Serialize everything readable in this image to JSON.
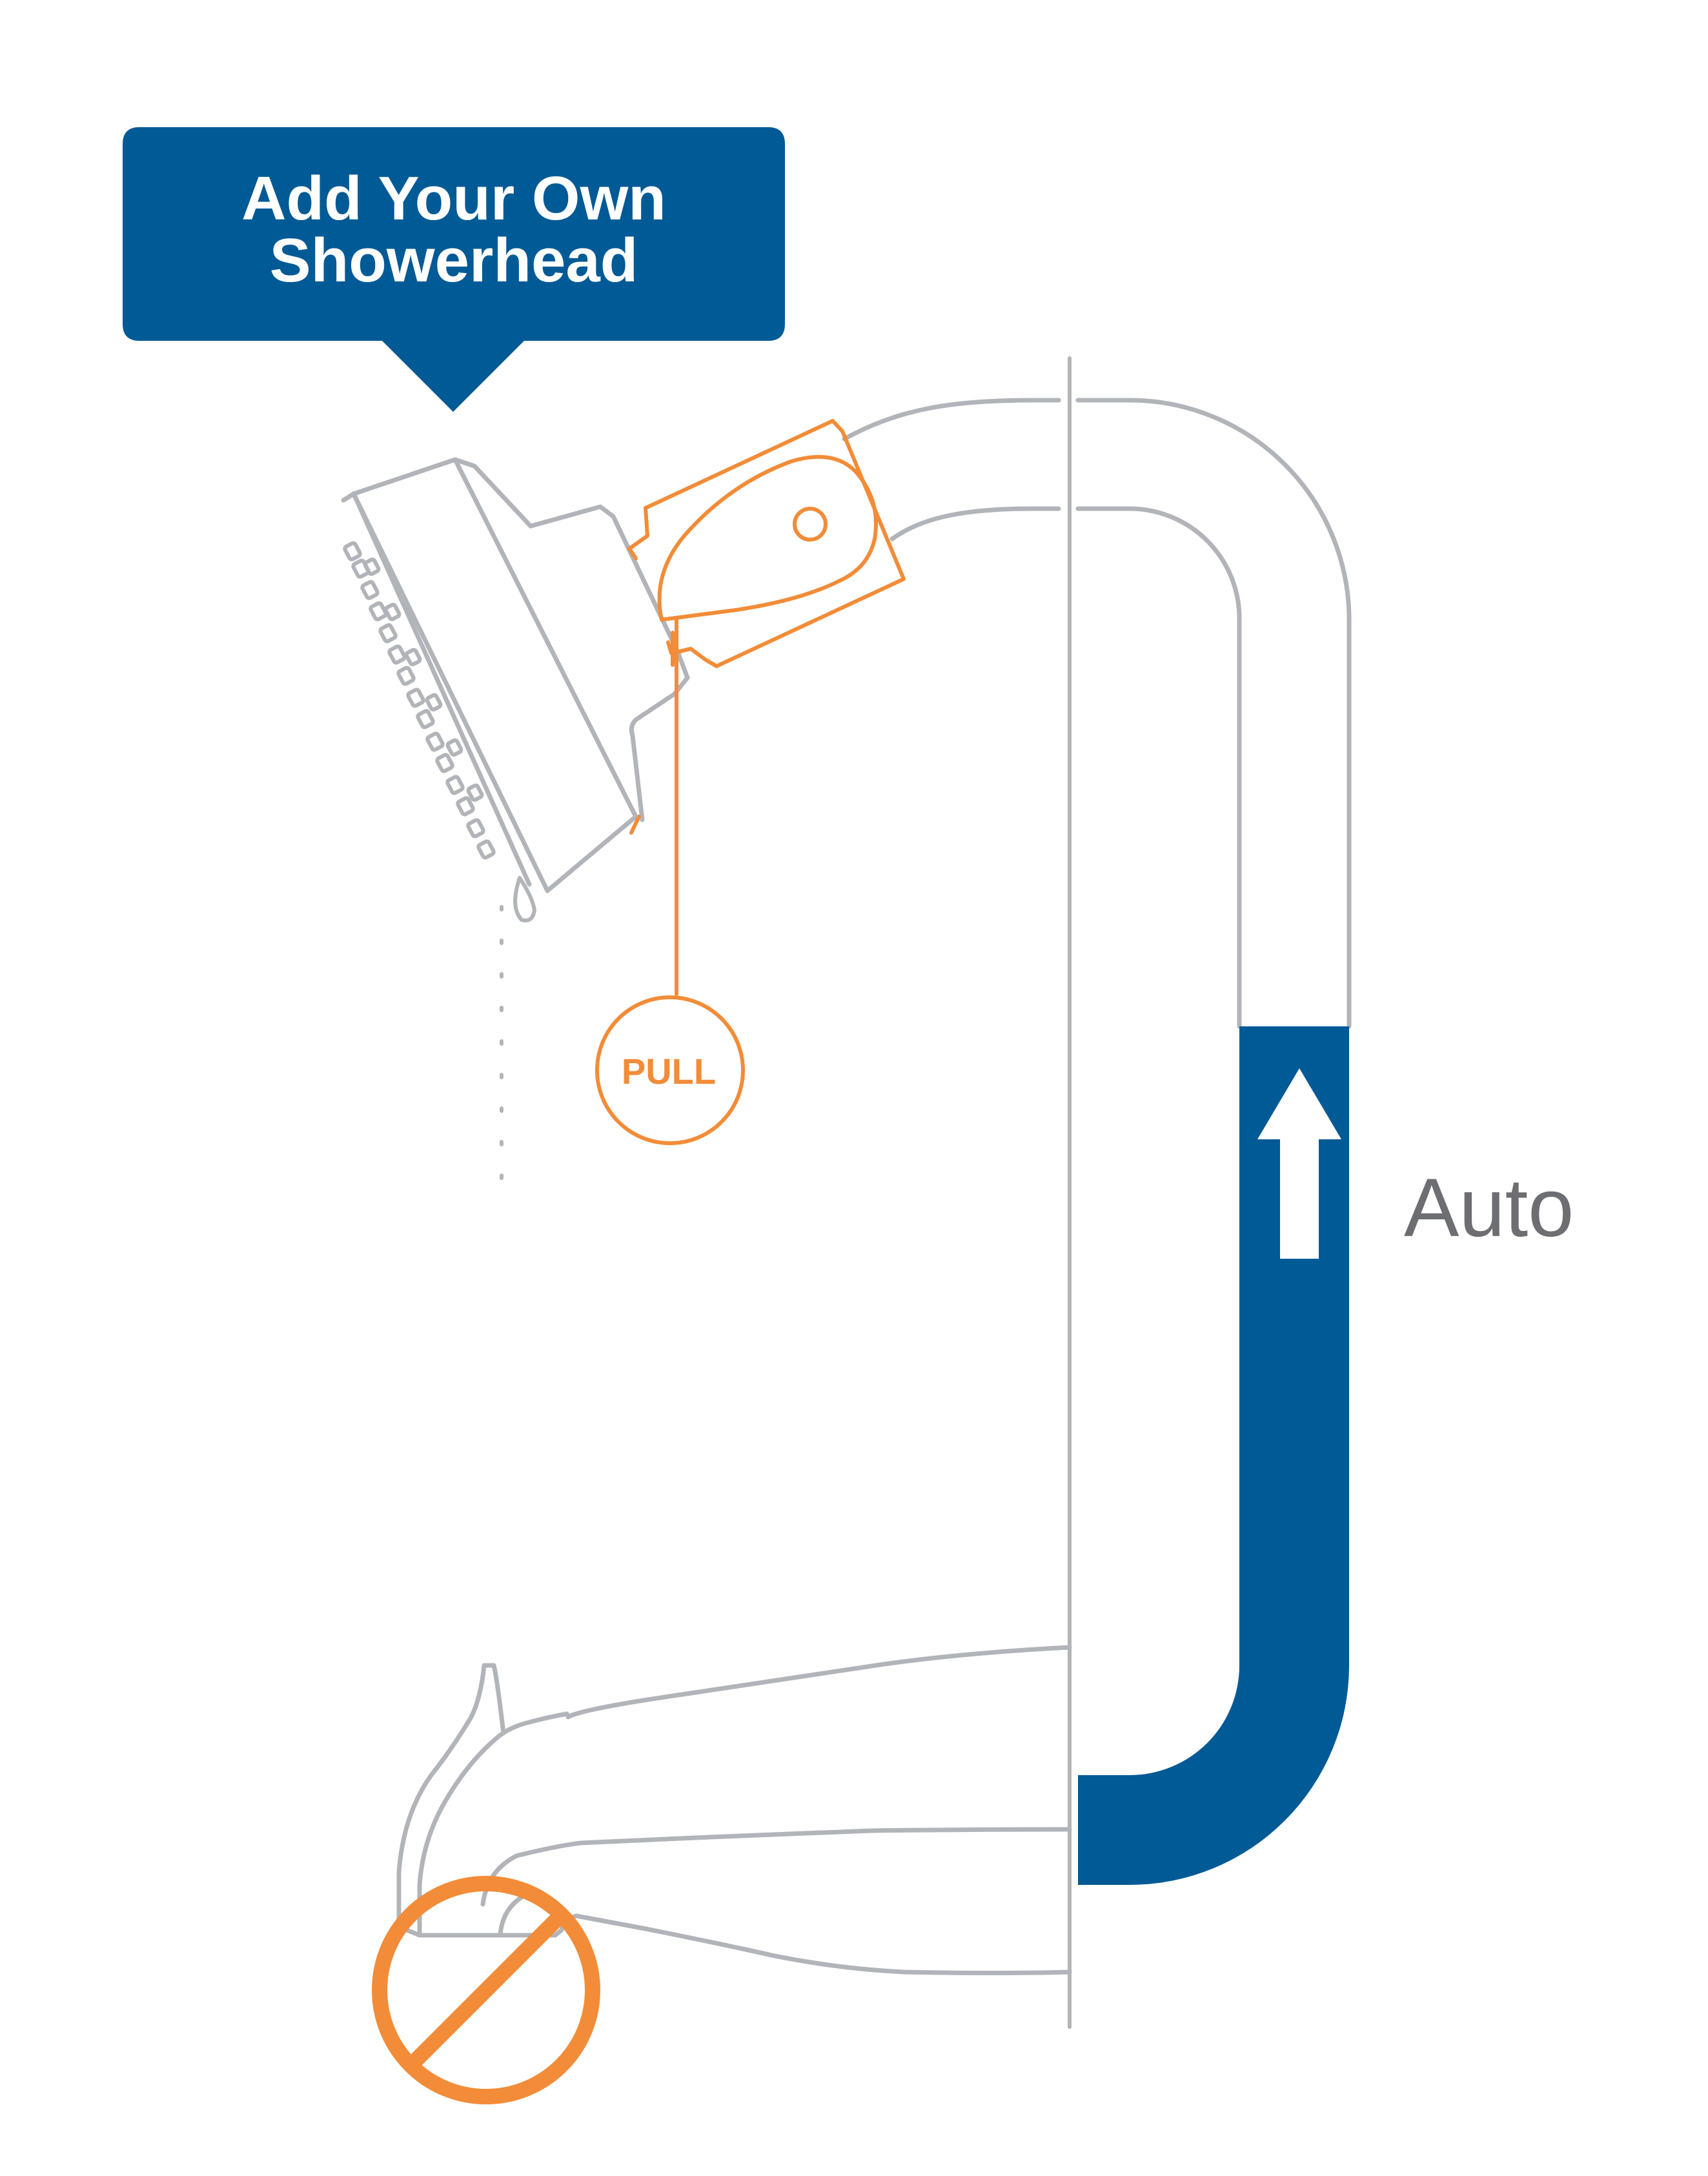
{
  "callout": {
    "line1": "Add Your Own",
    "line2": "Showerhead"
  },
  "pull_label": "PULL",
  "flow_label": "Auto",
  "colors": {
    "blue": "#005a96",
    "orange": "#f28c38",
    "grey": "#b1b4b8",
    "text_grey": "#6d6e71"
  },
  "icons": [
    "showerhead-icon",
    "pull-cord-icon",
    "flow-arrow-icon",
    "no-symbol-icon"
  ]
}
